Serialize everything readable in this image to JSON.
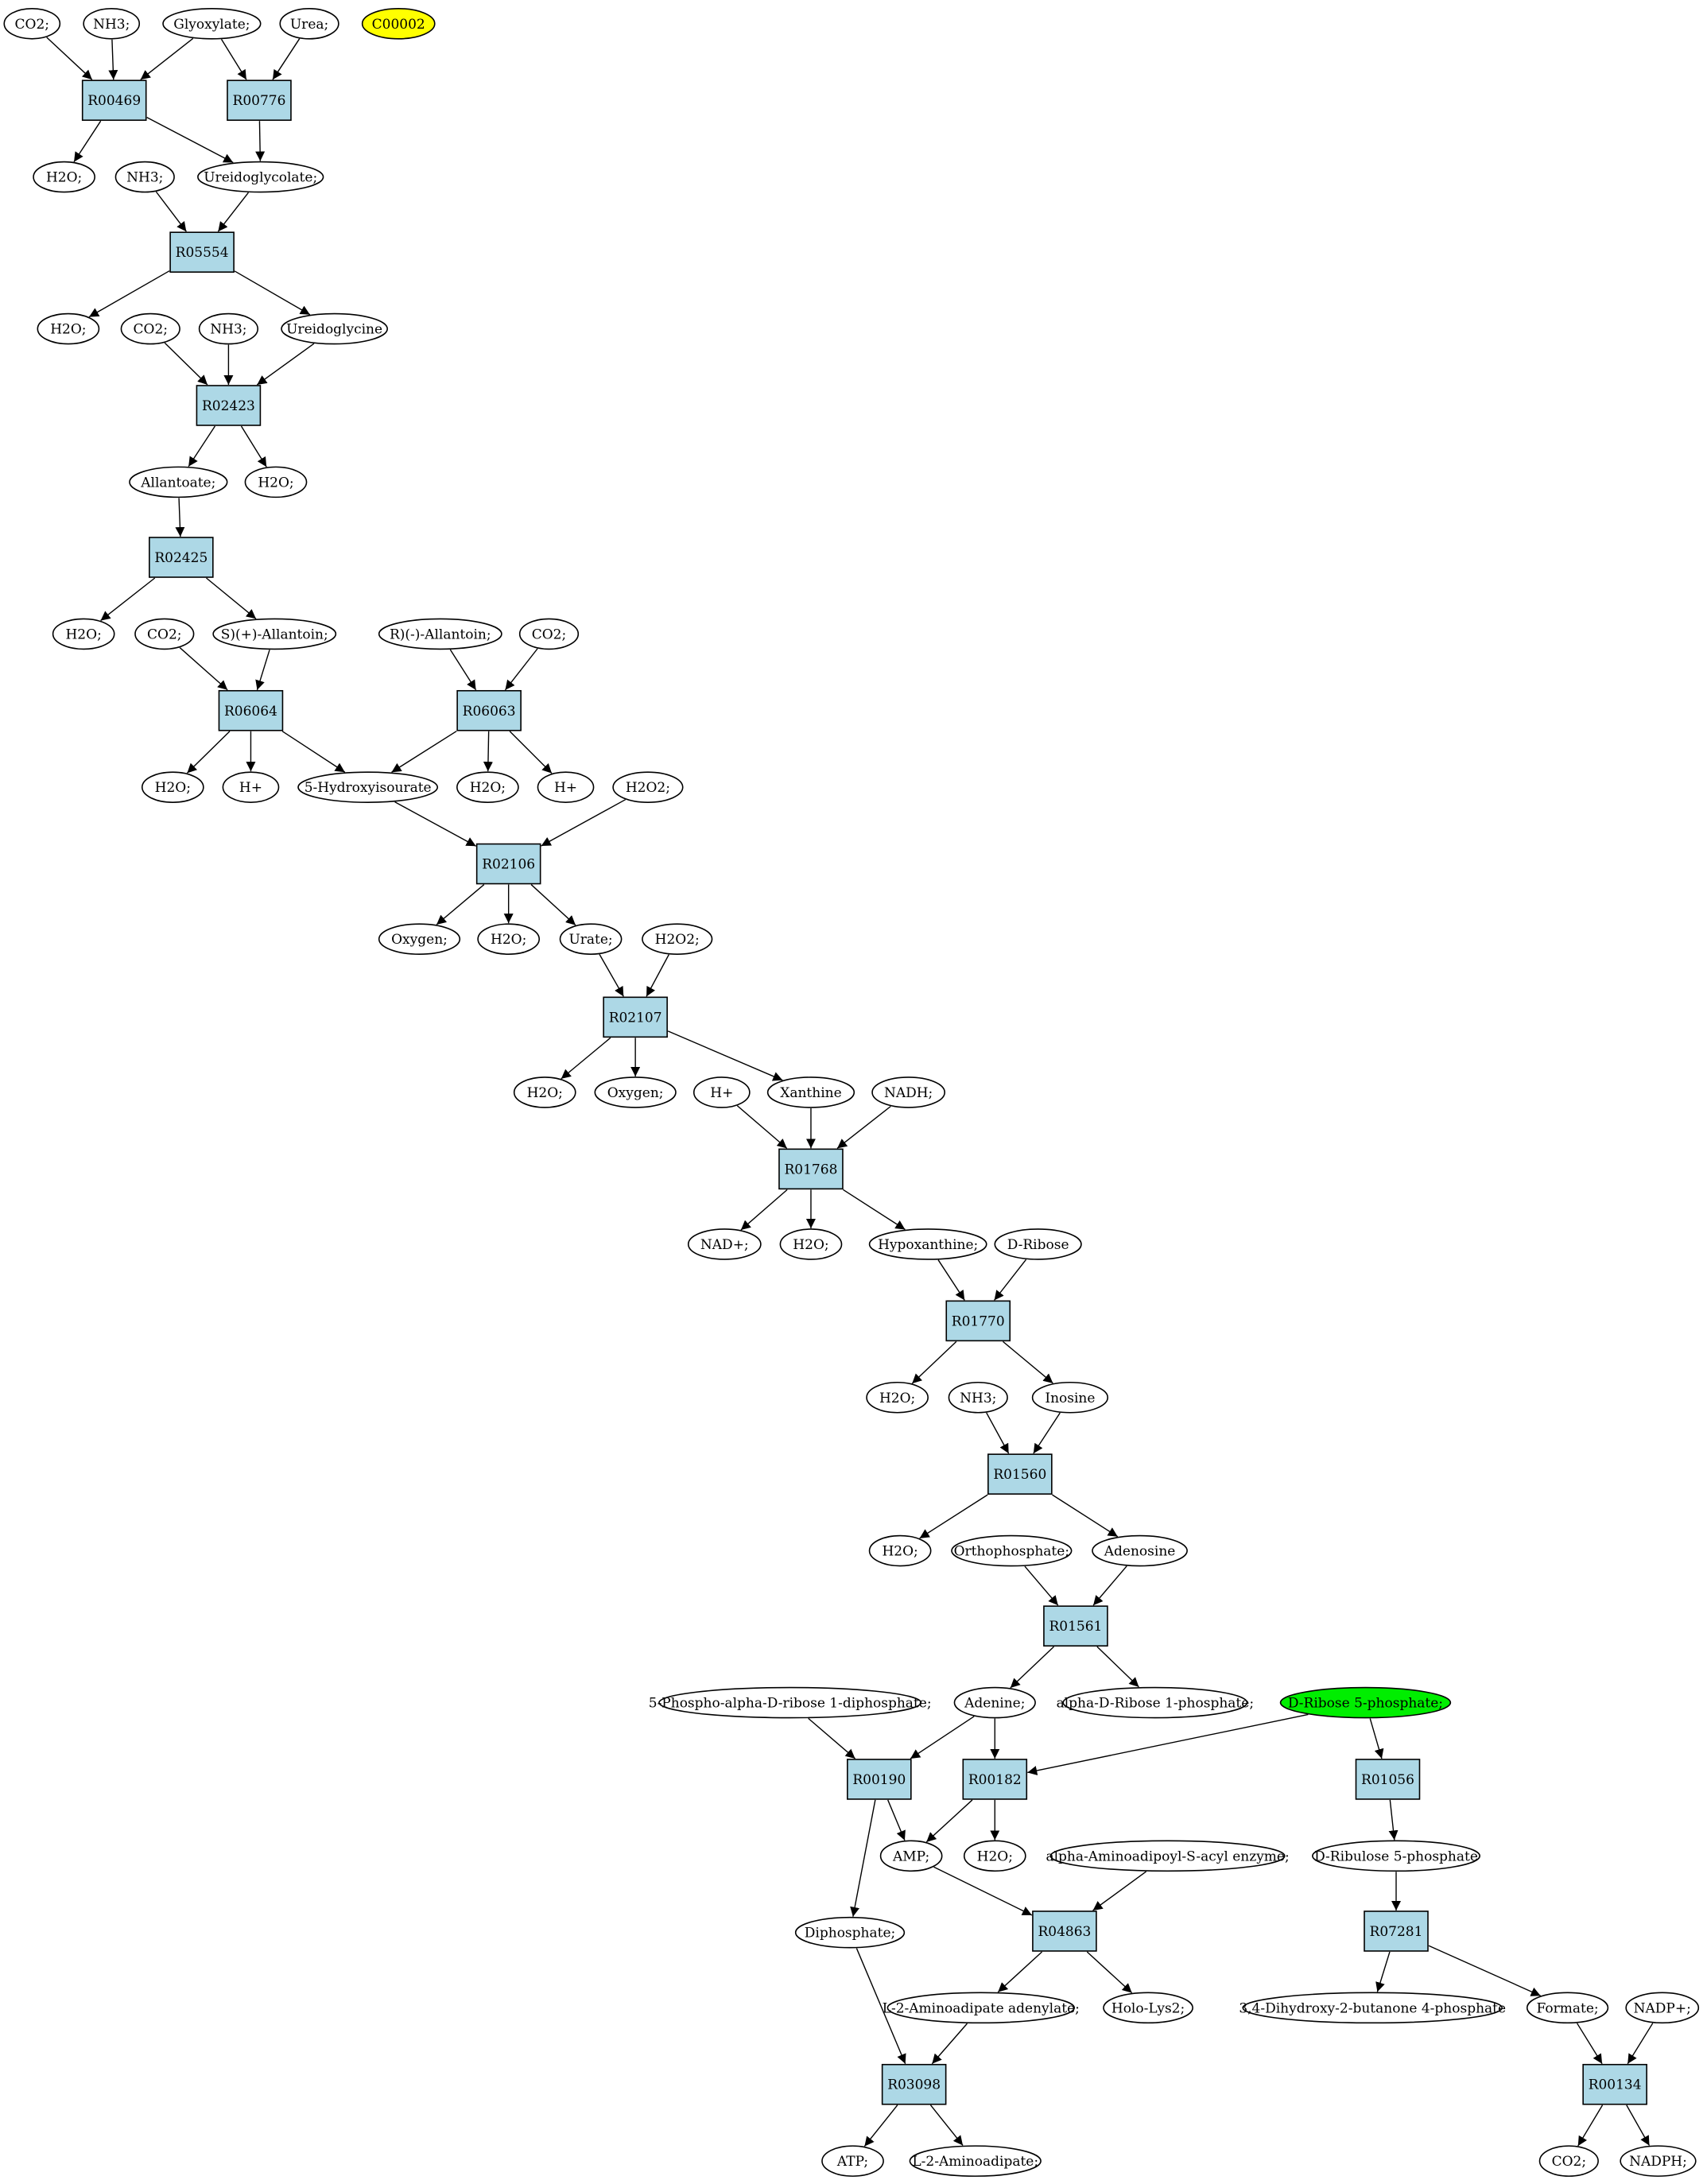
{
  "colors": {
    "reaction_fill": "#add8e6",
    "metabolite_fill": "#ffffff",
    "highlight_yellow": "#ffff00",
    "highlight_green": "#00ee00"
  },
  "reactions": [
    {
      "id": "R00469",
      "label": "R00469"
    },
    {
      "id": "R00776",
      "label": "R00776"
    },
    {
      "id": "R05554",
      "label": "R05554"
    },
    {
      "id": "R02423",
      "label": "R02423"
    },
    {
      "id": "R02425",
      "label": "R02425"
    },
    {
      "id": "R06064",
      "label": "R06064"
    },
    {
      "id": "R06063",
      "label": "R06063"
    },
    {
      "id": "R02106",
      "label": "R02106"
    },
    {
      "id": "R02107",
      "label": "R02107"
    },
    {
      "id": "R01768",
      "label": "R01768"
    },
    {
      "id": "R01770",
      "label": "R01770"
    },
    {
      "id": "R01560",
      "label": "R01560"
    },
    {
      "id": "R01561",
      "label": "R01561"
    },
    {
      "id": "R00190",
      "label": "R00190"
    },
    {
      "id": "R00182",
      "label": "R00182"
    },
    {
      "id": "R01056",
      "label": "R01056"
    },
    {
      "id": "R04863",
      "label": "R04863"
    },
    {
      "id": "R07281",
      "label": "R07281"
    },
    {
      "id": "R03098",
      "label": "R03098"
    },
    {
      "id": "R00134",
      "label": "R00134"
    }
  ],
  "metabolites": [
    {
      "id": "m_co2_1",
      "label": "CO2;"
    },
    {
      "id": "m_nh3_1",
      "label": "NH3;"
    },
    {
      "id": "m_glyoxylate",
      "label": "Glyoxylate;"
    },
    {
      "id": "m_urea",
      "label": "Urea;"
    },
    {
      "id": "m_c00002",
      "label": "C00002",
      "highlight": "yellow"
    },
    {
      "id": "m_h2o_1",
      "label": "H2O;"
    },
    {
      "id": "m_nh3_2",
      "label": "NH3;"
    },
    {
      "id": "m_ureidoglycolate",
      "label": "Ureidoglycolate;"
    },
    {
      "id": "m_h2o_2",
      "label": "H2O;"
    },
    {
      "id": "m_co2_2",
      "label": "CO2;"
    },
    {
      "id": "m_nh3_3",
      "label": "NH3;"
    },
    {
      "id": "m_ureidoglycine",
      "label": "Ureidoglycine"
    },
    {
      "id": "m_allantoate",
      "label": "Allantoate;"
    },
    {
      "id": "m_h2o_3",
      "label": "H2O;"
    },
    {
      "id": "m_h2o_4",
      "label": "H2O;"
    },
    {
      "id": "m_co2_3",
      "label": "CO2;"
    },
    {
      "id": "m_s_allantoin",
      "label": "S)(+)-Allantoin;"
    },
    {
      "id": "m_r_allantoin",
      "label": "R)(-)-Allantoin;"
    },
    {
      "id": "m_co2_4",
      "label": "CO2;"
    },
    {
      "id": "m_h2o_5",
      "label": "H2O;"
    },
    {
      "id": "m_hplus_1",
      "label": "H+"
    },
    {
      "id": "m_hydroxyisourate",
      "label": "5-Hydroxyisourate"
    },
    {
      "id": "m_h2o_6",
      "label": "H2O;"
    },
    {
      "id": "m_hplus_2",
      "label": "H+"
    },
    {
      "id": "m_h2o2_1",
      "label": "H2O2;"
    },
    {
      "id": "m_oxygen_1",
      "label": "Oxygen;"
    },
    {
      "id": "m_h2o_7",
      "label": "H2O;"
    },
    {
      "id": "m_urate",
      "label": "Urate;"
    },
    {
      "id": "m_h2o2_2",
      "label": "H2O2;"
    },
    {
      "id": "m_h2o_8",
      "label": "H2O;"
    },
    {
      "id": "m_oxygen_2",
      "label": "Oxygen;"
    },
    {
      "id": "m_hplus_3",
      "label": "H+"
    },
    {
      "id": "m_xanthine",
      "label": "Xanthine"
    },
    {
      "id": "m_nadh",
      "label": "NADH;"
    },
    {
      "id": "m_nadplus",
      "label": "NAD+;"
    },
    {
      "id": "m_h2o_9",
      "label": "H2O;"
    },
    {
      "id": "m_hypoxanthine",
      "label": "Hypoxanthine;"
    },
    {
      "id": "m_d_ribose",
      "label": "D-Ribose"
    },
    {
      "id": "m_h2o_10",
      "label": "H2O;"
    },
    {
      "id": "m_nh3_4",
      "label": "NH3;"
    },
    {
      "id": "m_inosine",
      "label": "Inosine"
    },
    {
      "id": "m_h2o_11",
      "label": "H2O;"
    },
    {
      "id": "m_orthophosphate",
      "label": "Orthophosphate;"
    },
    {
      "id": "m_adenosine",
      "label": "Adenosine"
    },
    {
      "id": "m_prpp",
      "label": "5-Phospho-alpha-D-ribose 1-diphosphate;"
    },
    {
      "id": "m_adenine",
      "label": "Adenine;"
    },
    {
      "id": "m_ribose1p",
      "label": "alpha-D-Ribose 1-phosphate;"
    },
    {
      "id": "m_ribose5p",
      "label": "D-Ribose 5-phosphate;",
      "highlight": "green"
    },
    {
      "id": "m_amp",
      "label": "AMP;"
    },
    {
      "id": "m_h2o_12",
      "label": "H2O;"
    },
    {
      "id": "m_aminoadipoyl",
      "label": "alpha-Aminoadipoyl-S-acyl enzyme;"
    },
    {
      "id": "m_ribulose5p",
      "label": "D-Ribulose 5-phosphate"
    },
    {
      "id": "m_diphosphate",
      "label": "Diphosphate;"
    },
    {
      "id": "m_aminoadipate_adenylate",
      "label": "L-2-Aminoadipate adenylate;"
    },
    {
      "id": "m_holo_lys2",
      "label": "Holo-Lys2;"
    },
    {
      "id": "m_dhbp",
      "label": "3,4-Dihydroxy-2-butanone 4-phosphate"
    },
    {
      "id": "m_formate",
      "label": "Formate;"
    },
    {
      "id": "m_nadpplus",
      "label": "NADP+;"
    },
    {
      "id": "m_atp",
      "label": "ATP;"
    },
    {
      "id": "m_aminoadipate",
      "label": "L-2-Aminoadipate;"
    },
    {
      "id": "m_co2_5",
      "label": "CO2;"
    },
    {
      "id": "m_nadph",
      "label": "NADPH;"
    }
  ],
  "edges": [
    [
      "m_co2_1",
      "R00469"
    ],
    [
      "m_nh3_1",
      "R00469"
    ],
    [
      "m_glyoxylate",
      "R00469"
    ],
    [
      "m_glyoxylate",
      "R00776"
    ],
    [
      "m_urea",
      "R00776"
    ],
    [
      "R00469",
      "m_h2o_1"
    ],
    [
      "R00469",
      "m_ureidoglycolate"
    ],
    [
      "R00776",
      "m_ureidoglycolate"
    ],
    [
      "m_nh3_2",
      "R05554"
    ],
    [
      "m_ureidoglycolate",
      "R05554"
    ],
    [
      "R05554",
      "m_h2o_2"
    ],
    [
      "R05554",
      "m_ureidoglycine"
    ],
    [
      "m_co2_2",
      "R02423"
    ],
    [
      "m_nh3_3",
      "R02423"
    ],
    [
      "m_ureidoglycine",
      "R02423"
    ],
    [
      "R02423",
      "m_allantoate"
    ],
    [
      "R02423",
      "m_h2o_3"
    ],
    [
      "m_allantoate",
      "R02425"
    ],
    [
      "R02425",
      "m_h2o_4"
    ],
    [
      "R02425",
      "m_s_allantoin"
    ],
    [
      "m_co2_3",
      "R06064"
    ],
    [
      "m_s_allantoin",
      "R06064"
    ],
    [
      "m_r_allantoin",
      "R06063"
    ],
    [
      "m_co2_4",
      "R06063"
    ],
    [
      "R06064",
      "m_h2o_5"
    ],
    [
      "R06064",
      "m_hplus_1"
    ],
    [
      "R06064",
      "m_hydroxyisourate"
    ],
    [
      "R06063",
      "m_hydroxyisourate"
    ],
    [
      "R06063",
      "m_h2o_6"
    ],
    [
      "R06063",
      "m_hplus_2"
    ],
    [
      "m_hydroxyisourate",
      "R02106"
    ],
    [
      "m_h2o2_1",
      "R02106"
    ],
    [
      "R02106",
      "m_oxygen_1"
    ],
    [
      "R02106",
      "m_h2o_7"
    ],
    [
      "R02106",
      "m_urate"
    ],
    [
      "m_urate",
      "R02107"
    ],
    [
      "m_h2o2_2",
      "R02107"
    ],
    [
      "R02107",
      "m_h2o_8"
    ],
    [
      "R02107",
      "m_oxygen_2"
    ],
    [
      "R02107",
      "m_xanthine"
    ],
    [
      "m_hplus_3",
      "R01768"
    ],
    [
      "m_xanthine",
      "R01768"
    ],
    [
      "m_nadh",
      "R01768"
    ],
    [
      "R01768",
      "m_nadplus"
    ],
    [
      "R01768",
      "m_h2o_9"
    ],
    [
      "R01768",
      "m_hypoxanthine"
    ],
    [
      "m_hypoxanthine",
      "R01770"
    ],
    [
      "m_d_ribose",
      "R01770"
    ],
    [
      "R01770",
      "m_h2o_10"
    ],
    [
      "R01770",
      "m_inosine"
    ],
    [
      "m_nh3_4",
      "R01560"
    ],
    [
      "m_inosine",
      "R01560"
    ],
    [
      "R01560",
      "m_h2o_11"
    ],
    [
      "R01560",
      "m_adenosine"
    ],
    [
      "m_orthophosphate",
      "R01561"
    ],
    [
      "m_adenosine",
      "R01561"
    ],
    [
      "R01561",
      "m_adenine"
    ],
    [
      "R01561",
      "m_ribose1p"
    ],
    [
      "m_prpp",
      "R00190"
    ],
    [
      "m_adenine",
      "R00190"
    ],
    [
      "m_adenine",
      "R00182"
    ],
    [
      "m_ribose5p",
      "R00182"
    ],
    [
      "m_ribose5p",
      "R01056"
    ],
    [
      "R00190",
      "m_amp"
    ],
    [
      "R00190",
      "m_diphosphate"
    ],
    [
      "R00182",
      "m_amp"
    ],
    [
      "R00182",
      "m_h2o_12"
    ],
    [
      "R01056",
      "m_ribulose5p"
    ],
    [
      "m_ribulose5p",
      "R07281"
    ],
    [
      "m_amp",
      "R04863"
    ],
    [
      "m_aminoadipoyl",
      "R04863"
    ],
    [
      "R04863",
      "m_aminoadipate_adenylate"
    ],
    [
      "R04863",
      "m_holo_lys2"
    ],
    [
      "R07281",
      "m_dhbp"
    ],
    [
      "R07281",
      "m_formate"
    ],
    [
      "m_diphosphate",
      "R03098"
    ],
    [
      "m_aminoadipate_adenylate",
      "R03098"
    ],
    [
      "R03098",
      "m_atp"
    ],
    [
      "R03098",
      "m_aminoadipate"
    ],
    [
      "m_formate",
      "R00134"
    ],
    [
      "m_nadpplus",
      "R00134"
    ],
    [
      "R00134",
      "m_co2_5"
    ],
    [
      "R00134",
      "m_nadph"
    ]
  ]
}
